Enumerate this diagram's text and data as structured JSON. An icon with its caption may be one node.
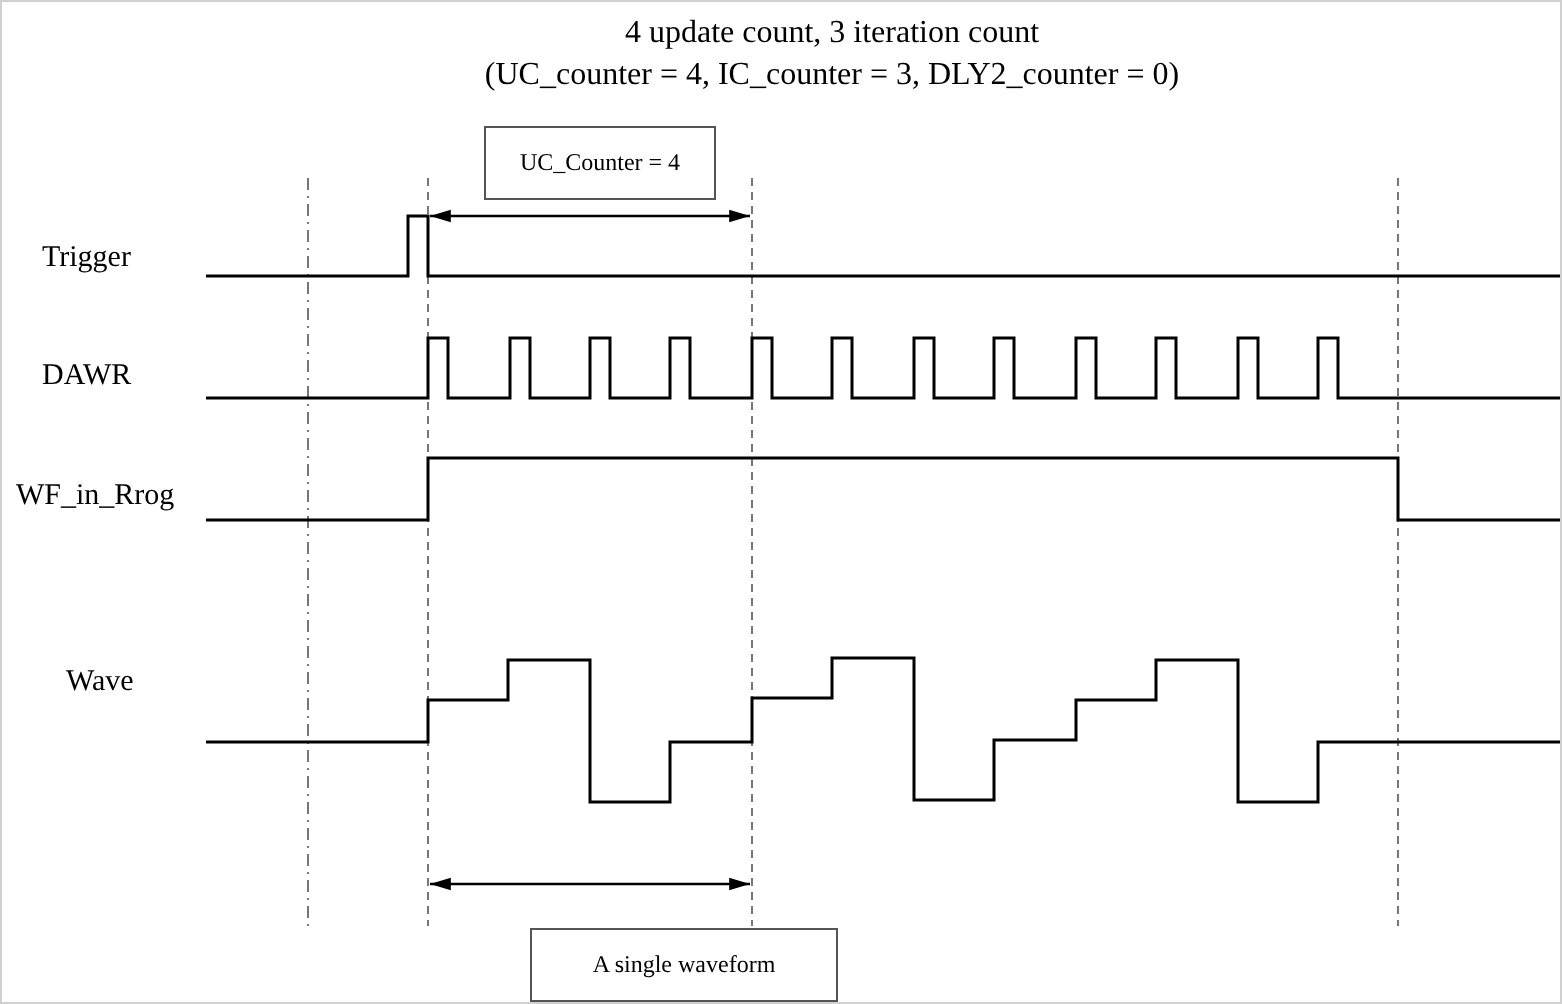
{
  "diagram": {
    "title": "4 update count, 3 iteration count",
    "nodes": [
      {
        "text": [
          "UC_Counter = 4"
        ]
      },
      {
        "text": [
          "A single waveform"
        ]
      }
    ],
    "labels": [
      "(UC_counter = 4, IC_counter = 3, DLY2_counter = 0)",
      "Trigger",
      "DAWR",
      "WF_in_Rrog",
      "Wave"
    ]
  }
}
